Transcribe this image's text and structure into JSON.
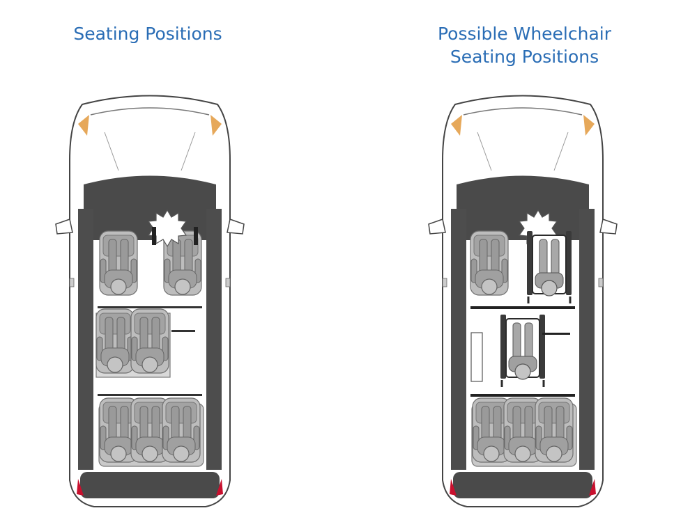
{
  "panels": {
    "left": {
      "title": "Seating Positions"
    },
    "right": {
      "title_line1": "Possible Wheelchair",
      "title_line2": "Seating Positions"
    }
  },
  "colors": {
    "title": "#2a6db5",
    "roof": "#4a4a4a",
    "seat": "#a8a8a8",
    "taillight": "#c8102e",
    "headlight": "#e6a85a"
  }
}
